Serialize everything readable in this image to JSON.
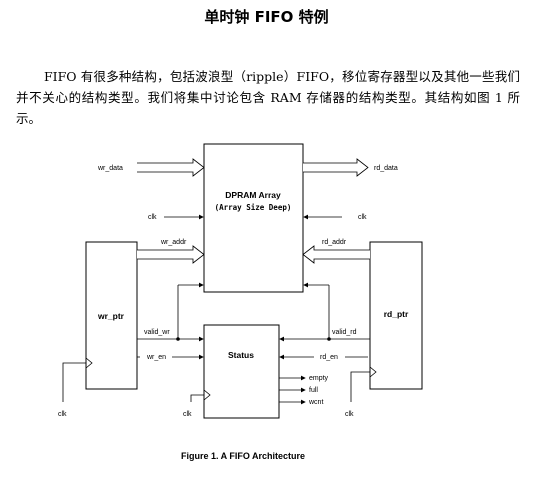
{
  "doc": {
    "title": "单时钟 FIFO 特例",
    "paragraph": "FIFO 有很多种结构，包括波浪型（ripple）FIFO，移位寄存器型以及其他一些我们并不关心的结构类型。我们将集中讨论包含 RAM 存储器的结构类型。其结构如图 1 所示。"
  },
  "figure": {
    "dpram_title": "DPRAM Array",
    "dpram_sub": "(Array Size Deep)",
    "wr_ptr": "wr_ptr",
    "rd_ptr": "rd_ptr",
    "status": "Status",
    "signals": {
      "wr_data": "wr_data",
      "rd_data": "rd_data",
      "clk": "clk",
      "wr_addr": "wr_addr",
      "rd_addr": "rd_addr",
      "valid_wr": "valid_wr",
      "valid_rd": "valid_rd",
      "wr_en": "wr_en",
      "rd_en": "rd_en",
      "empty": "empty",
      "full": "full",
      "wcnt": "wcnt"
    },
    "caption": "Figure 1. A FIFO Architecture"
  }
}
